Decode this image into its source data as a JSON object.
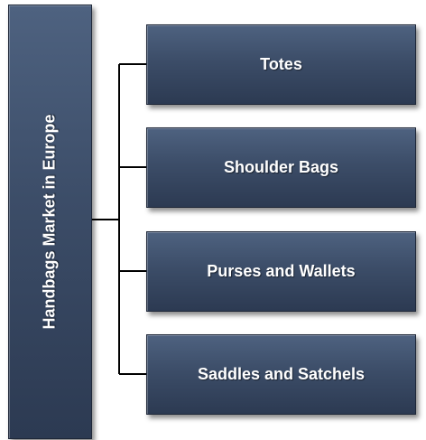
{
  "diagram": {
    "root": {
      "label": "Handbags Market in Europe"
    },
    "children": [
      {
        "label": "Totes"
      },
      {
        "label": "Shoulder Bags"
      },
      {
        "label": "Purses and Wallets"
      },
      {
        "label": "Saddles and Satchels"
      }
    ]
  },
  "colors": {
    "box_fill": "#3c4d68",
    "box_text": "#ffffff",
    "connector": "#000000"
  }
}
